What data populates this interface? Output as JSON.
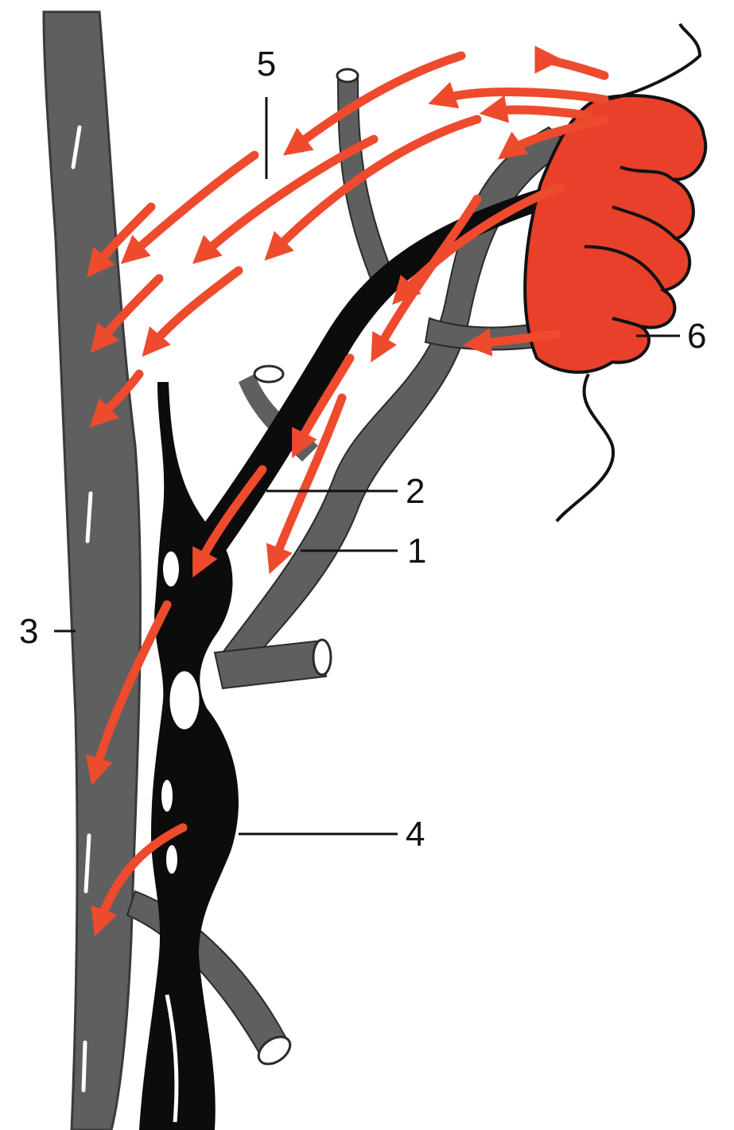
{
  "labels": {
    "one": "1",
    "two": "2",
    "three": "3",
    "four": "4",
    "five": "5",
    "six": "6"
  },
  "colors": {
    "vein_gray": "#5f5f5f",
    "vessel_black": "#0c0c0c",
    "organ_red": "#e8402a",
    "arrow_red": "#ee4a2e",
    "background": "#ffffff"
  }
}
